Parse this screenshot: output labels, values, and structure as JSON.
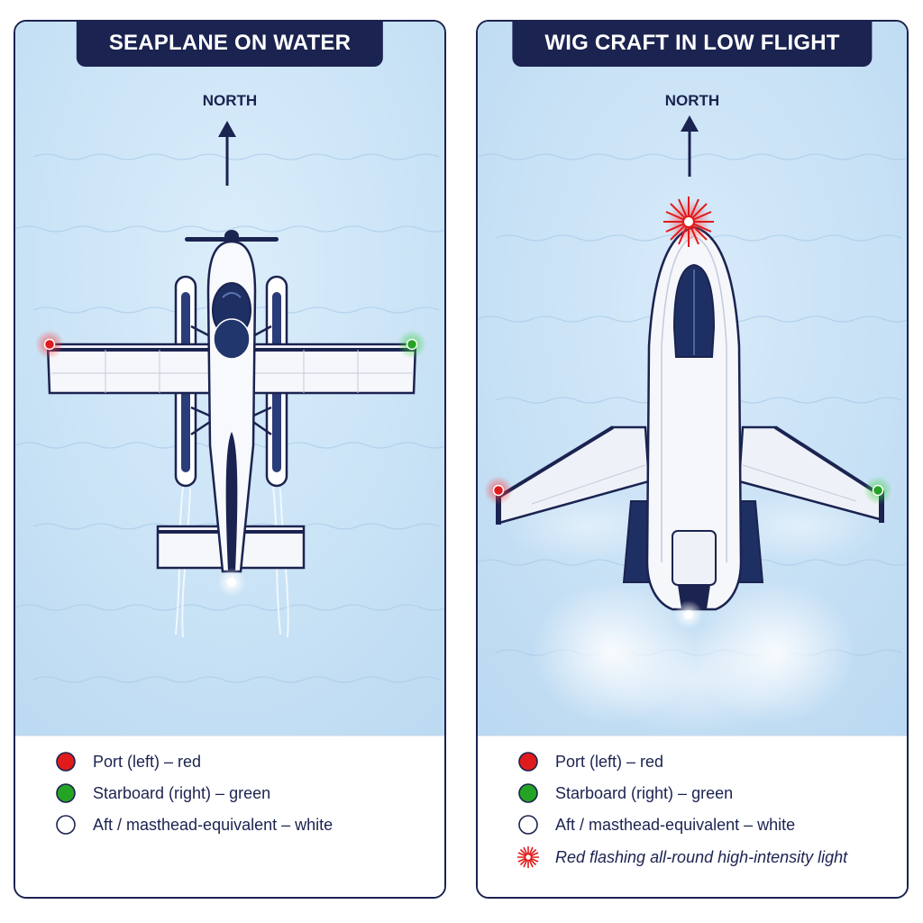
{
  "colors": {
    "navy": "#1b2350",
    "water": "#c5e0f6",
    "red_light": "#e01b1b",
    "green_light": "#25a325",
    "white_light": "#ffffff"
  },
  "panels": [
    {
      "title": "SEAPLANE ON WATER",
      "compass_label": "NORTH",
      "legend": [
        {
          "icon": "red-circle-icon",
          "label": "Port (left) – red"
        },
        {
          "icon": "green-circle-icon",
          "label": "Starboard (right) – green"
        },
        {
          "icon": "white-circle-icon",
          "label": "Aft / masthead-equivalent – white"
        }
      ]
    },
    {
      "title": "WIG CRAFT IN LOW FLIGHT",
      "compass_label": "NORTH",
      "legend": [
        {
          "icon": "red-circle-icon",
          "label": "Port (left) – red"
        },
        {
          "icon": "green-circle-icon",
          "label": "Starboard (right) – green"
        },
        {
          "icon": "white-circle-icon",
          "label": "Aft / masthead-equivalent – white"
        },
        {
          "icon": "red-starburst-icon",
          "label": "Red flashing all-round high-intensity light"
        }
      ]
    }
  ]
}
